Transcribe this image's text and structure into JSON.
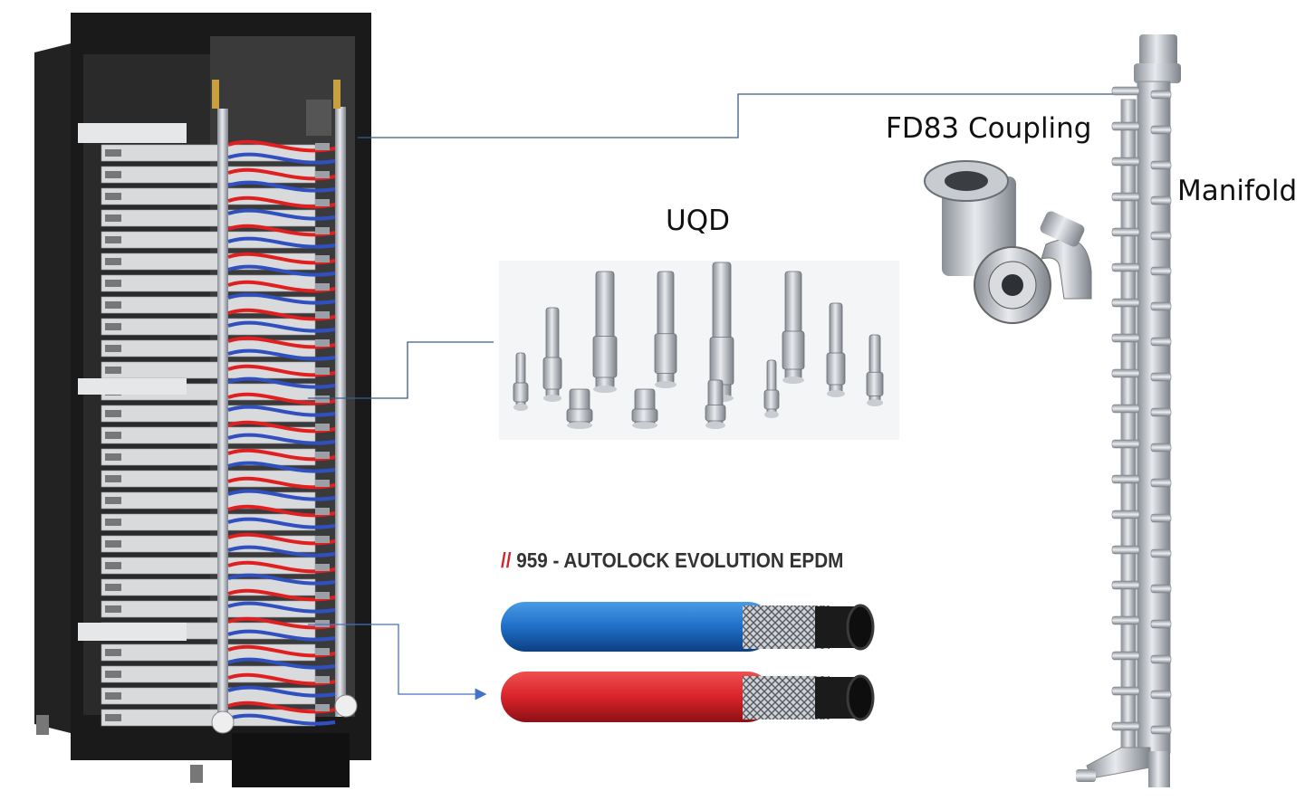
{
  "labels": {
    "fd83": "FD83 Coupling",
    "manifold": "Manifold",
    "uqd": "UQD"
  },
  "hose_title": {
    "mark": "//",
    "text": "959 - AUTOLOCK EVOLUTION EPDM"
  },
  "colors": {
    "rack_frame": "#1a1a1a",
    "hot_hose": "#e02020",
    "cold_hose": "#3050c0",
    "blue_hose": "#1f6fc8",
    "red_hose": "#d8232a",
    "connector_line": "#3a5a90",
    "arrow": "#4472c4",
    "metal": "#b8bcc2"
  }
}
